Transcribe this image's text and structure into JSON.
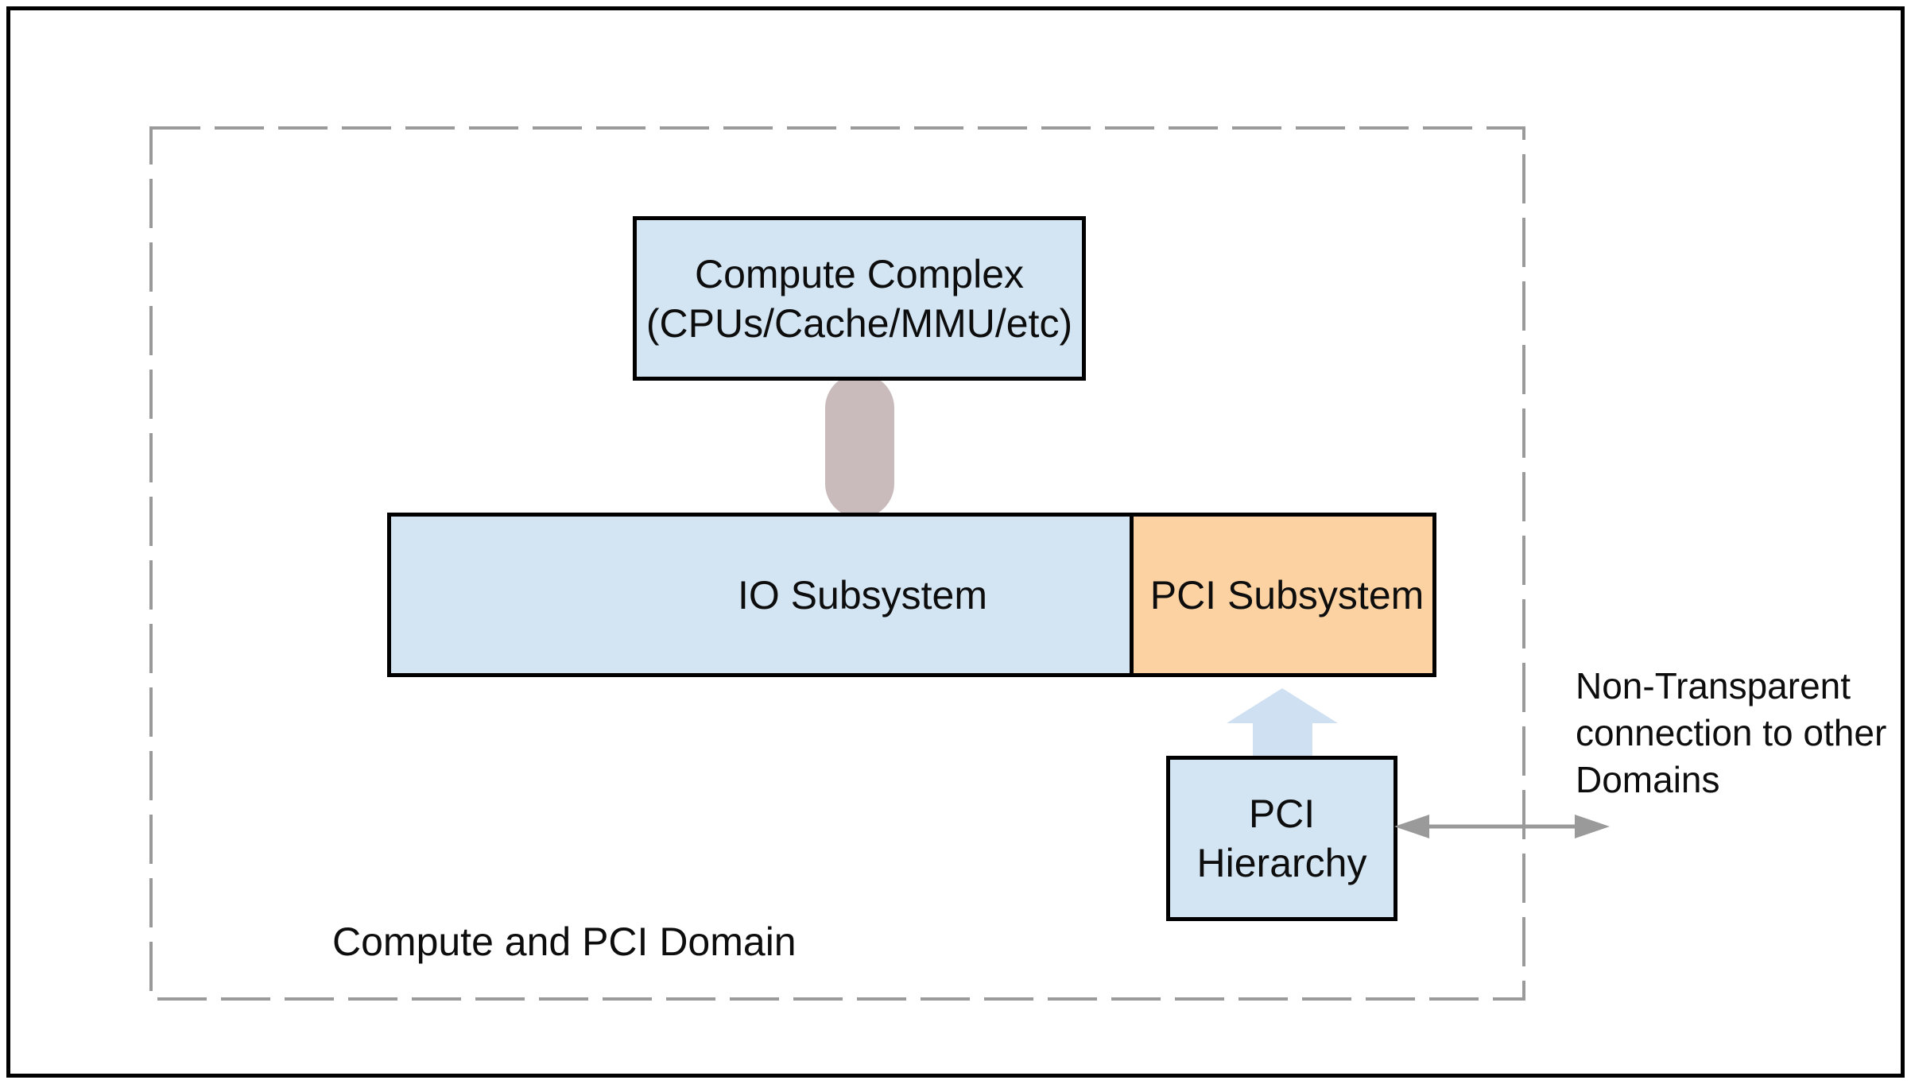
{
  "colors": {
    "blue": "#d3e5f2",
    "orange": "#fcd2a2",
    "pill": "#c9bbbc",
    "arrowblue": "#cfe0f3",
    "gray": "#9a9a9a",
    "ink": "#0d0d0d"
  },
  "diagram": {
    "domain_label": "Compute and PCI Domain",
    "compute_complex": {
      "lines": [
        "Compute Complex",
        "(CPUs/Cache/MMU/etc)"
      ]
    },
    "io_subsystem": {
      "label": "IO Subsystem"
    },
    "pci_subsystem": {
      "label": "PCI Subsystem"
    },
    "pci_hierarchy": {
      "lines": [
        "PCI",
        "Hierarchy"
      ]
    },
    "nt_note": {
      "lines": [
        "Non-Transparent",
        "connection to other",
        "Domains"
      ]
    }
  }
}
